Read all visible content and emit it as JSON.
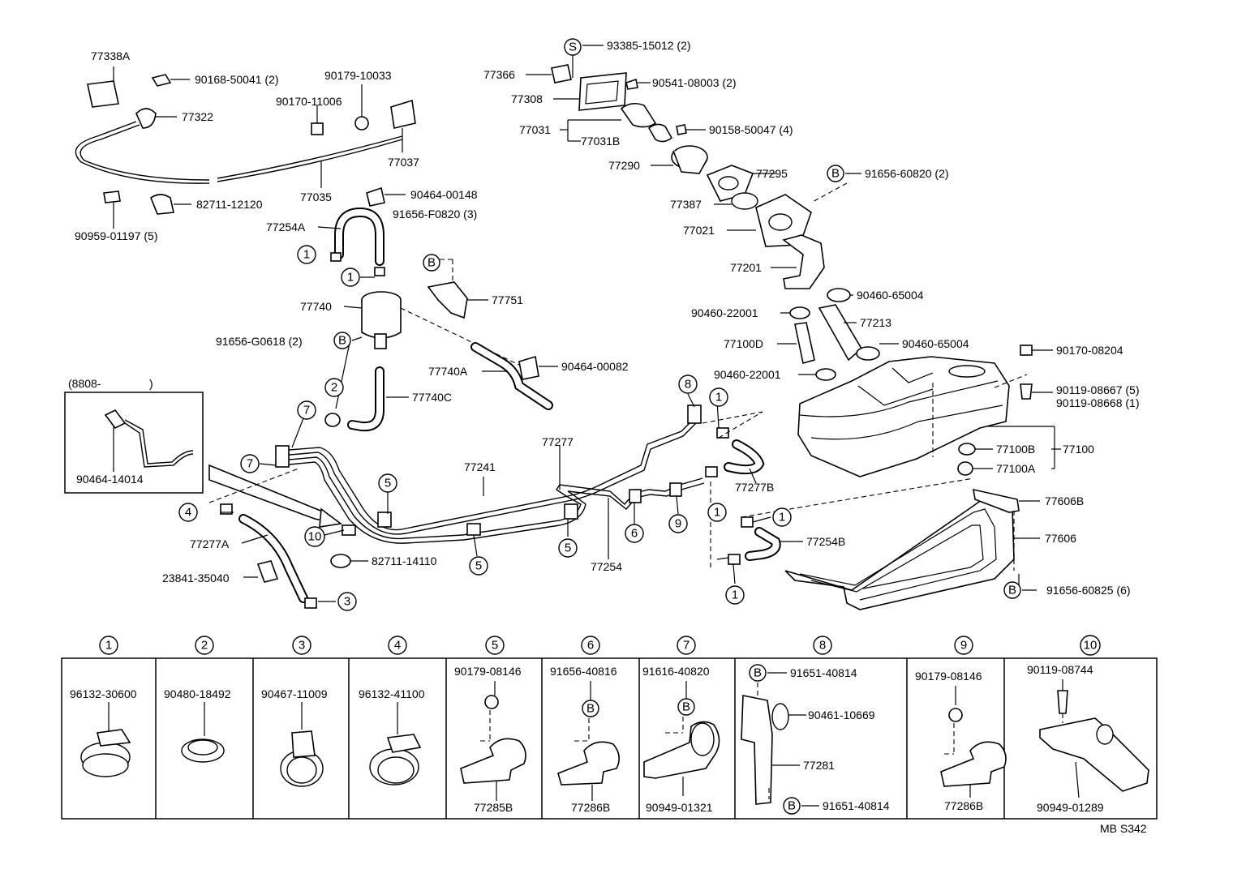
{
  "labels": {
    "p77338A": "77338A",
    "p90168": "90168-50041 (2)",
    "p90179_10033": "90179-10033",
    "p90170_11006": "90170-11006",
    "p77322": "77322",
    "p77037": "77037",
    "p77035": "77035",
    "p82711_12120": "82711-12120",
    "p90959": "90959-01197 (5)",
    "p90464_00148": "90464-00148",
    "p77254A": "77254A",
    "p91656_F0820": "91656-F0820 (3)",
    "p77740": "77740",
    "p77751": "77751",
    "p91656_G0618": "91656-G0618 (2)",
    "p77740A": "77740A",
    "p90464_00082": "90464-00082",
    "p77740C": "77740C",
    "p8808": "(8808-",
    "p8808_close": ")",
    "p90464_14014": "90464-14014",
    "p77277A": "77277A",
    "p23841": "23841-35040",
    "p82711_14110": "82711-14110",
    "p77241": "77241",
    "p77277": "77277",
    "p77254": "77254",
    "p77277B": "77277B",
    "p77254B": "77254B",
    "p93385": "93385-15012 (2)",
    "p77366": "77366",
    "p90541": "90541-08003 (2)",
    "p77308": "77308",
    "p77031": "77031",
    "p77031B": "77031B",
    "p90158": "90158-50047 (4)",
    "p77290": "77290",
    "p77295": "77295",
    "p91656_60820": "91656-60820 (2)",
    "p77387": "77387",
    "p77021": "77021",
    "p77201": "77201",
    "p90460_65004a": "90460-65004",
    "p90460_22001a": "90460-22001",
    "p77213": "77213",
    "p77100D": "77100D",
    "p90460_65004b": "90460-65004",
    "p90460_22001b": "90460-22001",
    "p90170_08204": "90170-08204",
    "p90119_08667": "90119-08667 (5)",
    "p90119_08668": "90119-08668 (1)",
    "p77100B": "77100B",
    "p77100": "77100",
    "p77100A": "77100A",
    "p77606B": "77606B",
    "p77606": "77606",
    "p91656_60825": "91656-60825 (6)"
  },
  "markers": {
    "s": "S",
    "b": "B",
    "n1": "1",
    "n2": "2",
    "n3": "3",
    "n4": "4",
    "n5": "5",
    "n6": "6",
    "n7": "7",
    "n8": "8",
    "n9": "9",
    "n10": "10"
  },
  "table": {
    "headers": [
      "1",
      "2",
      "3",
      "4",
      "5",
      "6",
      "7",
      "8",
      "9",
      "10"
    ],
    "c1": "96132-30600",
    "c2": "90480-18492",
    "c3": "90467-11009",
    "c4": "96132-41100",
    "c5_top": "90179-08146",
    "c5_bottom": "77285B",
    "c6_top": "91656-40816",
    "c6_bottom": "77286B",
    "c7_top": "91616-40820",
    "c7_bottom": "90949-01321",
    "c8_top": "91651-40814",
    "c8_mid1": "90461-10669",
    "c8_mid2": "77281",
    "c8_bottom": "91651-40814",
    "c9_top": "90179-08146",
    "c9_bottom": "77286B",
    "c10_top": "90119-08744",
    "c10_bottom": "90949-01289"
  },
  "footer": {
    "code": "MB S342"
  }
}
